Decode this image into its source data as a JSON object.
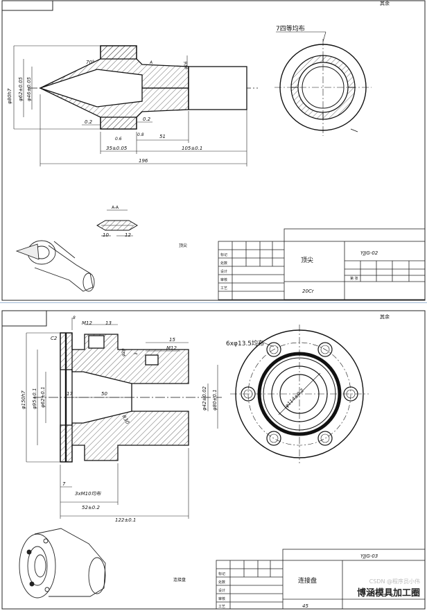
{
  "sheet1": {
    "corner_mark": "其余",
    "notes": {
      "uniform_holes": "7四等均布"
    },
    "dims": {
      "d_outer": "φ80h7",
      "d2": "φ62±0.05",
      "d3": "φ46±0.05",
      "angle": "70°",
      "a_label": "A",
      "ra1": "Ra",
      "d4": "φ16",
      "g1": "0.2",
      "g2": "0.2",
      "g3": "0.6",
      "small": "0.8",
      "len51": "51",
      "len35": "35±0.05",
      "len105": "105±0.1",
      "len196": "196",
      "sect": "A-A",
      "s10": "10",
      "s12": "12",
      "part_no": "顶尖"
    },
    "title_block": {
      "name": "顶尖",
      "drawing_no": "YJJG-02",
      "material": "20Cr",
      "sheet_label": "第 张",
      "rows": [
        "标记",
        "处数",
        "设计",
        "审核",
        "工艺"
      ]
    }
  },
  "sheet2": {
    "corner_mark": "其余",
    "notes": {
      "holes": "6xφ13.5均布",
      "tap_note": "3xM10均布"
    },
    "dims": {
      "m8": "8",
      "m12a": "M12",
      "m13": "13",
      "c2": "C2",
      "d20": "φ20",
      "d3": "3",
      "d15": "15",
      "m12b": "M12",
      "d_outer": "φ150h7",
      "d_inner": "φ95±0.1",
      "d_sm": "φ62±0.1",
      "len17": "17",
      "len50": "50",
      "r30": "R30",
      "d42": "φ42±0.02",
      "d80": "φ80±0.1",
      "h7": "7",
      "len52": "52±0.2",
      "len122": "122±0.1",
      "pcd": "φ114±0.2",
      "part_no": "连接盘"
    },
    "title_block": {
      "name": "连接盘",
      "drawing_no": "YJJG-03",
      "material": "45",
      "rows": [
        "标记",
        "处数",
        "设计",
        "审核",
        "工艺"
      ]
    }
  },
  "watermark": {
    "main": "博涵模具加工圈",
    "faint": "CSDN @程序员小伟"
  }
}
